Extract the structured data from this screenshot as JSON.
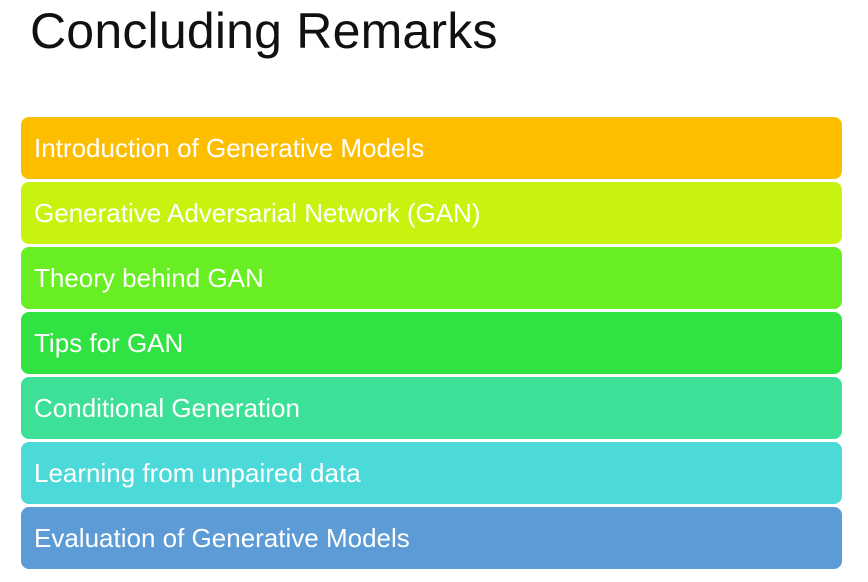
{
  "slide": {
    "title": "Concluding Remarks"
  },
  "items": [
    {
      "label": "Introduction of Generative Models",
      "color": "#FDBE00"
    },
    {
      "label": "Generative Adversarial Network (GAN)",
      "color": "#C8F30F"
    },
    {
      "label": "Theory behind GAN",
      "color": "#68EE22"
    },
    {
      "label": "Tips for GAN",
      "color": "#31E342"
    },
    {
      "label": "Conditional Generation",
      "color": "#3CE096"
    },
    {
      "label": "Learning from unpaired data",
      "color": "#4BD9DA"
    },
    {
      "label": "Evaluation of Generative Models",
      "color": "#5C9BD5"
    }
  ]
}
